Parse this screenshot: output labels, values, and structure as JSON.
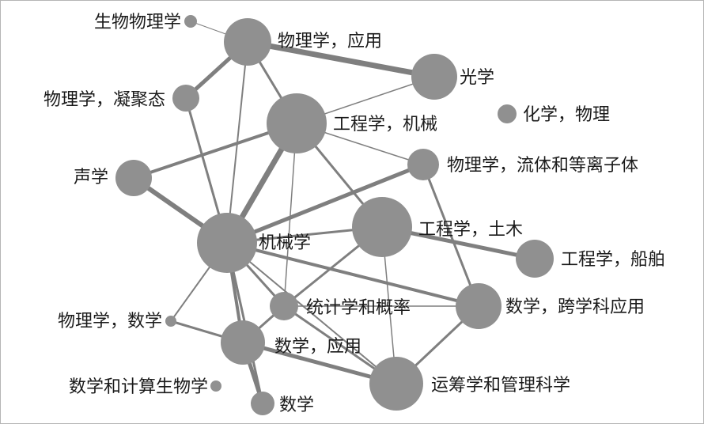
{
  "colors": {
    "node": "#909090",
    "edge": "#7f7f7f",
    "label": "#1a1a1a",
    "background": "#ffffff"
  },
  "nodes": [
    {
      "id": "biophysics",
      "label": "生物物理学"
    },
    {
      "id": "applied_physics",
      "label": "物理学，应用"
    },
    {
      "id": "optics",
      "label": "光学"
    },
    {
      "id": "condensed_matter",
      "label": "物理学，凝聚态"
    },
    {
      "id": "chemistry_physical",
      "label": "化学，物理"
    },
    {
      "id": "mechanical_eng",
      "label": "工程学，机械"
    },
    {
      "id": "fluids_plasma",
      "label": "物理学，流体和等离子体"
    },
    {
      "id": "acoustics",
      "label": "声学"
    },
    {
      "id": "mechanics",
      "label": "机械学"
    },
    {
      "id": "civil_eng",
      "label": "工程学，土木"
    },
    {
      "id": "marine_eng",
      "label": "工程学，船舶"
    },
    {
      "id": "statistics",
      "label": "统计学和概率"
    },
    {
      "id": "interdisciplinary_math",
      "label": "数学，跨学科应用"
    },
    {
      "id": "math_physics",
      "label": "物理学，数学"
    },
    {
      "id": "applied_math",
      "label": "数学，应用"
    },
    {
      "id": "computational_biology",
      "label": "数学和计算生物学"
    },
    {
      "id": "operations_research",
      "label": "运筹学和管理科学"
    },
    {
      "id": "mathematics",
      "label": "数学"
    }
  ]
}
